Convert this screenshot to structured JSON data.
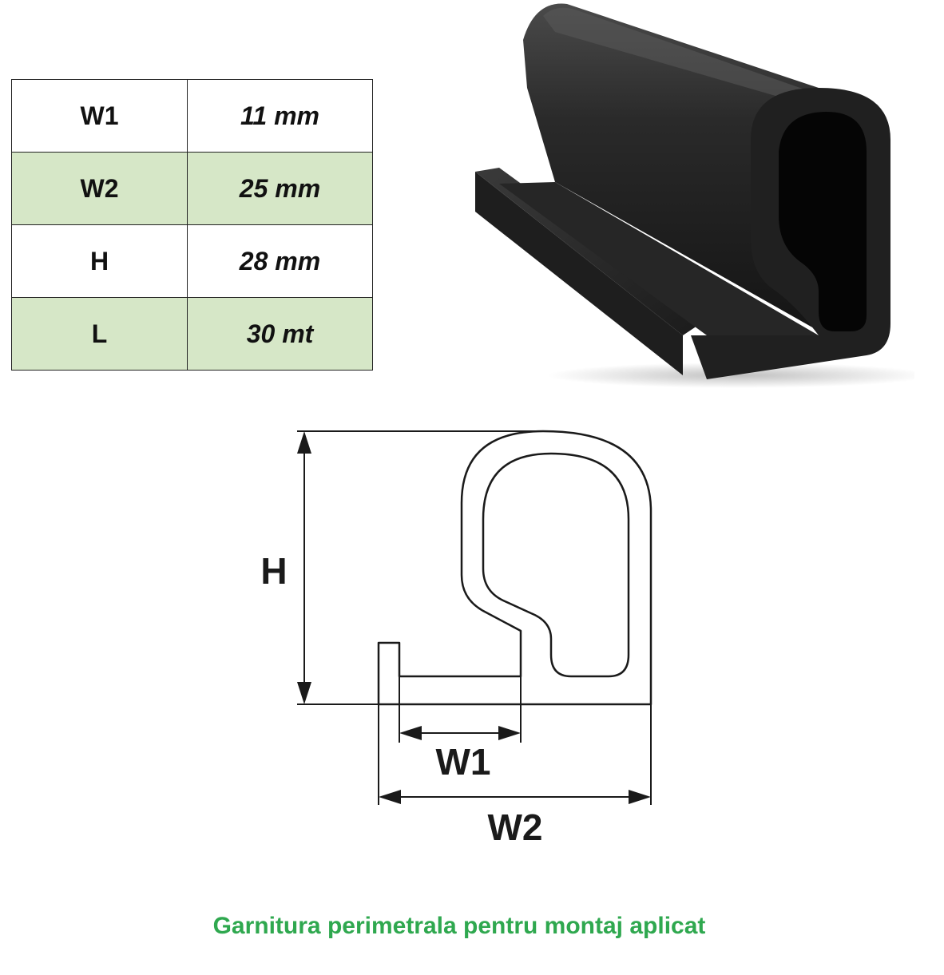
{
  "specs": [
    {
      "label": "W1",
      "value": "11 mm"
    },
    {
      "label": "W2",
      "value": "25 mm"
    },
    {
      "label": "H",
      "value": "28 mm"
    },
    {
      "label": "L",
      "value": "30 mt"
    }
  ],
  "diagram": {
    "label_h": "H",
    "label_w1": "W1",
    "label_w2": "W2"
  },
  "caption": "Garnitura perimetrala pentru montaj aplicat",
  "colors": {
    "row_highlight": "#d6e7c7",
    "caption": "#2fa84f",
    "profile": "#1a1a1a"
  }
}
